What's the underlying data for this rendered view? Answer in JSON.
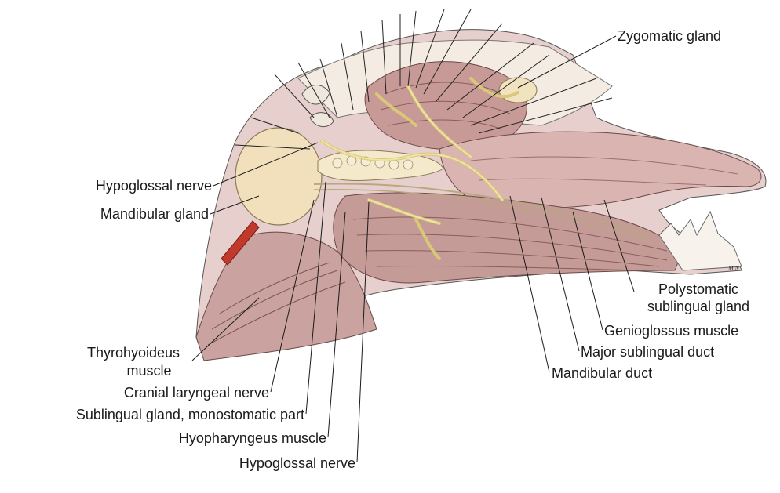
{
  "labels": {
    "zygomatic_gland": "Zygomatic gland",
    "hypoglossal_nerve_upper": "Hypoglossal nerve",
    "mandibular_gland": "Mandibular gland",
    "polystomatic_line1": "Polystomatic",
    "polystomatic_line2": "sublingual gland",
    "genioglossus_muscle": "Genioglossus muscle",
    "major_sublingual_duct": "Major sublingual duct",
    "mandibular_duct": "Mandibular duct",
    "thyrohyoideus_line1": "Thyrohyoideus",
    "thyrohyoideus_line2": "muscle",
    "cranial_laryngeal_nerve": "Cranial laryngeal nerve",
    "sublingual_monostomatic": "Sublingual gland, monostomatic part",
    "hyopharyngeus_muscle": "Hyopharyngeus muscle",
    "hypoglossal_nerve_lower": "Hypoglossal nerve"
  },
  "artist_initials": "M.N.",
  "colors": {
    "muscle": "#cfa9a6",
    "muscle_dark": "#9d6f6c",
    "gland": "#f2e3c0",
    "nerve": "#efe3a6",
    "vessel": "#c0392b",
    "bone": "#efe7dc",
    "line": "#1a1a1a"
  }
}
